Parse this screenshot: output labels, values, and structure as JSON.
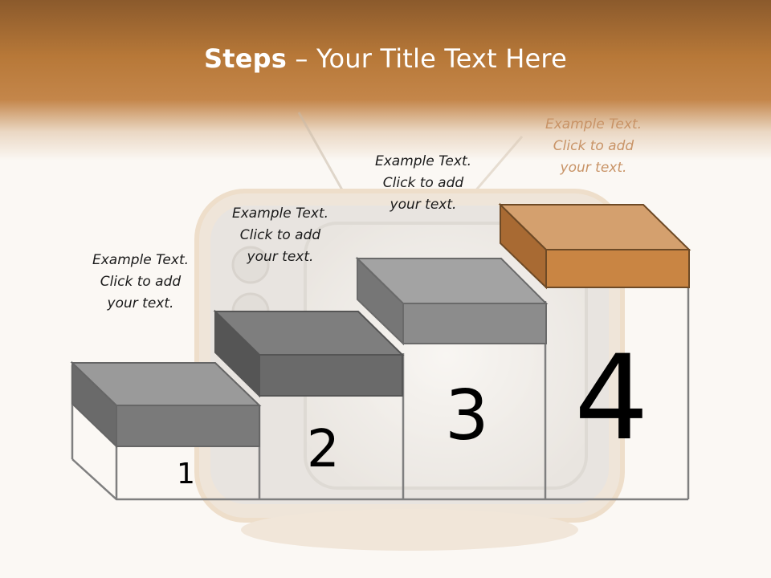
{
  "title": {
    "bold": "Steps",
    "rest": " – Your Title Text Here"
  },
  "steps": [
    {
      "number": "1",
      "text": [
        "Example Text.",
        "Click  to add",
        "your text."
      ],
      "top_color": "#9a9a9a",
      "front_color": "#7a7a7a",
      "side_color": "#6a6a6a"
    },
    {
      "number": "2",
      "text": [
        "Example Text.",
        "Click  to add",
        "your text."
      ],
      "top_color": "#7e7e7e",
      "front_color": "#6a6a6a",
      "side_color": "#555555"
    },
    {
      "number": "3",
      "text": [
        "Example Text.",
        "Click  to add",
        "your text."
      ],
      "top_color": "#a3a3a3",
      "front_color": "#8c8c8c",
      "side_color": "#767676"
    },
    {
      "number": "4",
      "text": [
        "Example Text.",
        "Click  to add",
        "your text."
      ],
      "top_color": "#d4a06e",
      "front_color": "#c98543",
      "side_color": "#a86a33"
    }
  ]
}
